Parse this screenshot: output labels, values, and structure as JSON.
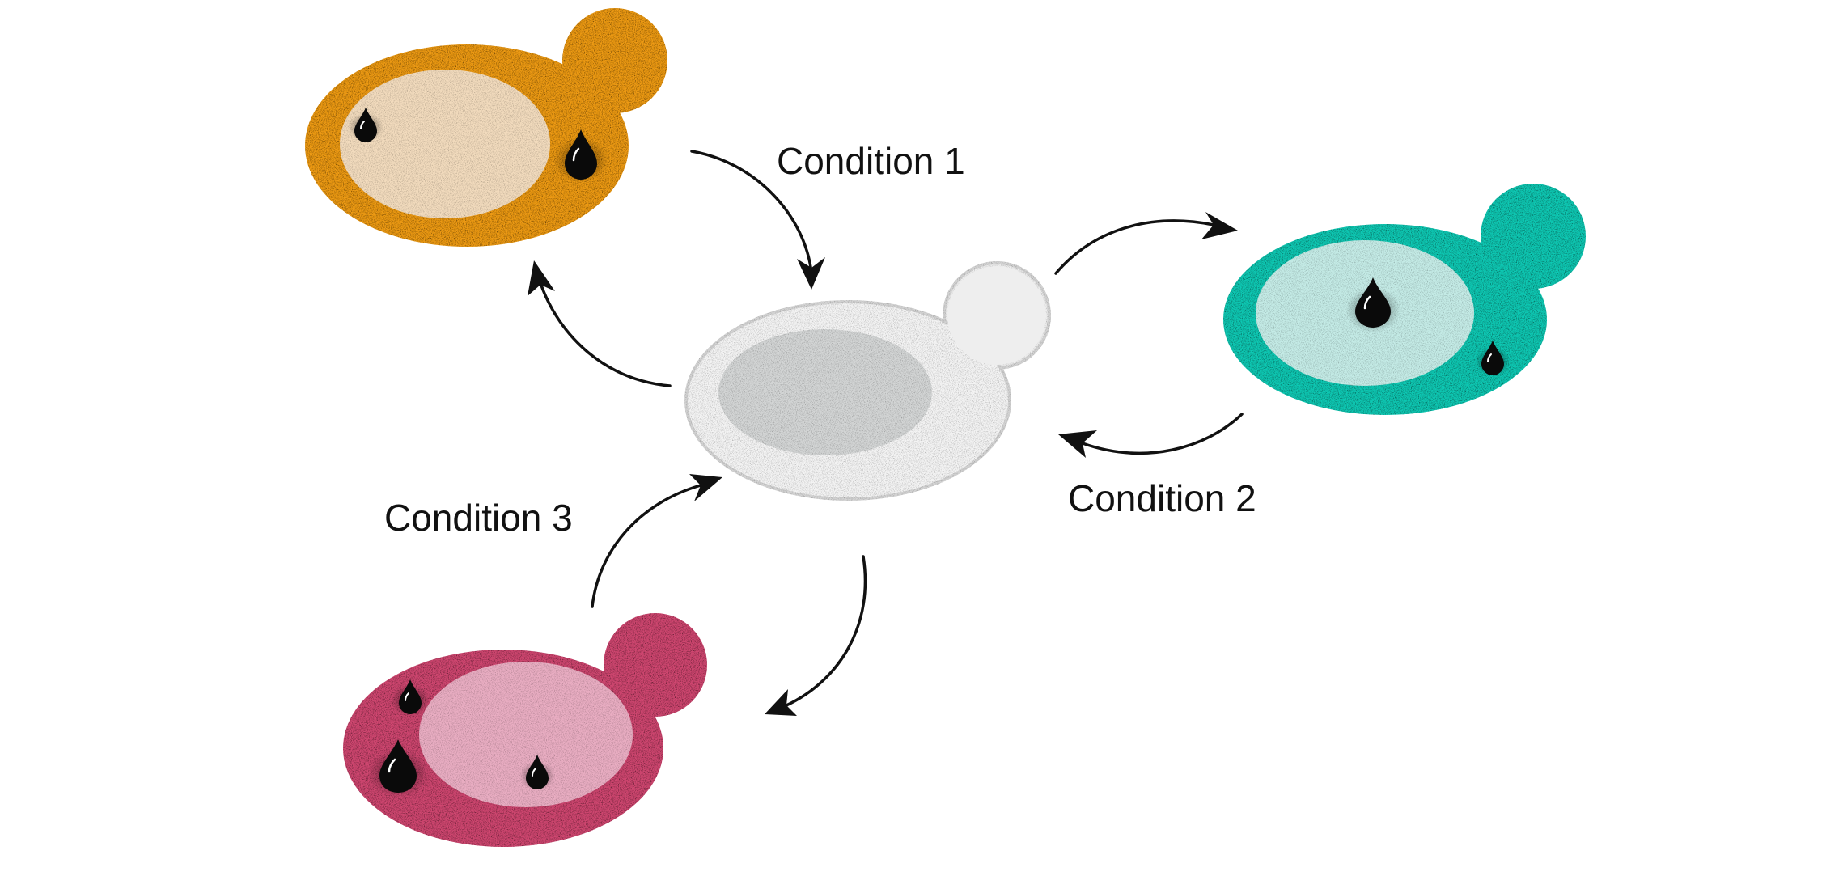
{
  "labels": {
    "condition_1": "Condition 1",
    "condition_2": "Condition 2",
    "condition_3": "Condition 3"
  },
  "cells": {
    "center": {
      "body_color": "#ffffff",
      "outline_color": "#d4d4d4",
      "inner_color": "#d3d5d5"
    },
    "orange": {
      "body_color": "#ed9a12",
      "inner_color": "#f2dbbd"
    },
    "teal": {
      "body_color": "#10c9b4",
      "inner_color": "#c4ebe6"
    },
    "pink": {
      "body_color": "#cf4670",
      "inner_color": "#e9adc2"
    }
  },
  "droplet_color": "#0a0a0a",
  "arrow_color": "#111111"
}
